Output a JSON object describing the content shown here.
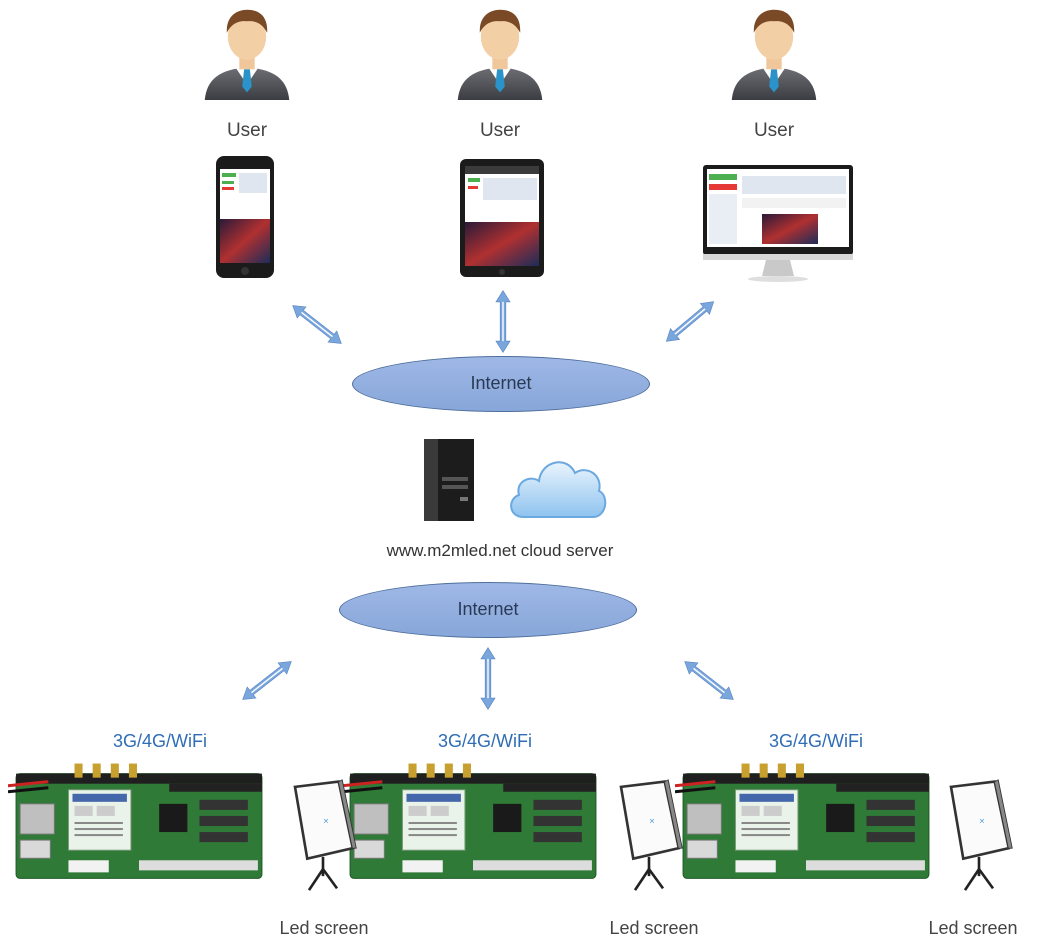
{
  "users": [
    {
      "label": "User",
      "device": "phone"
    },
    {
      "label": "User",
      "device": "tablet"
    },
    {
      "label": "User",
      "device": "desktop-monitor"
    }
  ],
  "internet_top": "Internet",
  "internet_bottom": "Internet",
  "server_label": "www.m2mled.net cloud server",
  "server_icons": [
    "server-tower-icon",
    "cloud-icon"
  ],
  "controllers": [
    {
      "connection": "3G/4G/WiFi",
      "screen_label": "Led screen"
    },
    {
      "connection": "3G/4G/WiFi",
      "screen_label": "Led screen"
    },
    {
      "connection": "3G/4G/WiFi",
      "screen_label": "Led screen"
    }
  ],
  "colors": {
    "arrow": "#6f9bd8",
    "ellipse": "#95b1e1",
    "connection_text": "#2f6db5",
    "pcb": "#2f7a36"
  }
}
